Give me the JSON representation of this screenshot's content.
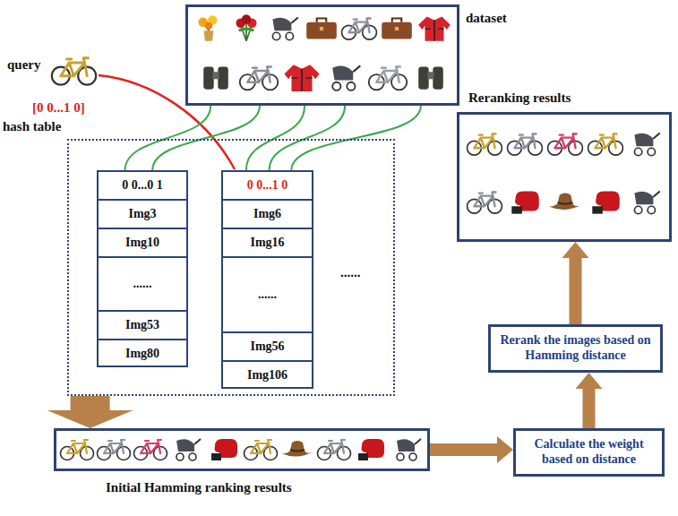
{
  "diagram": {
    "nodes": [
      {
        "text": [
          "dataset"
        ]
      },
      {
        "text": [
          "hash table"
        ]
      },
      {
        "text": [
          "0 0...0 1"
        ],
        "in": 1
      },
      {
        "text": [
          "Img3"
        ],
        "in": 2
      },
      {
        "text": [
          "Img10"
        ],
        "in": 2
      },
      {
        "text": [
          "......"
        ],
        "in": 2
      },
      {
        "text": [
          "Img53"
        ],
        "in": 2
      },
      {
        "text": [
          "Img80"
        ],
        "in": 2
      },
      {
        "text": [
          "0 0...1 0"
        ],
        "in": 1
      },
      {
        "text": [
          "Img6"
        ],
        "in": 8
      },
      {
        "text": [
          "Img16"
        ],
        "in": 8
      },
      {
        "text": [
          "......"
        ],
        "in": 8
      },
      {
        "text": [
          "Img56"
        ],
        "in": 8
      },
      {
        "text": [
          "Img106"
        ],
        "in": 8
      },
      {
        "text": [
          "Reranking results"
        ]
      },
      {
        "text": [
          "Rerank the images based on Hamming distance"
        ]
      },
      {
        "text": [
          "Calculate the weight based on distance"
        ]
      },
      {
        "text": [
          "Initial Hamming ranking results"
        ]
      }
    ],
    "edges": [
      {
        "from": 0,
        "to": 2,
        "arrow": "none"
      },
      {
        "from": 0,
        "to": 2,
        "arrow": "none"
      },
      {
        "from": 0,
        "to": 8,
        "arrow": "none"
      },
      {
        "from": 0,
        "to": 8,
        "arrow": "none"
      },
      {
        "from": 0,
        "to": 8,
        "arrow": "none"
      },
      {
        "from": 1,
        "to": 17,
        "arrow": "to"
      },
      {
        "from": 17,
        "to": 16,
        "arrow": "to"
      },
      {
        "from": 16,
        "to": 15,
        "arrow": "to"
      },
      {
        "from": 15,
        "to": 14,
        "arrow": "to"
      }
    ],
    "labels": [
      "query",
      "[0 0...1 0]",
      "......"
    ]
  }
}
